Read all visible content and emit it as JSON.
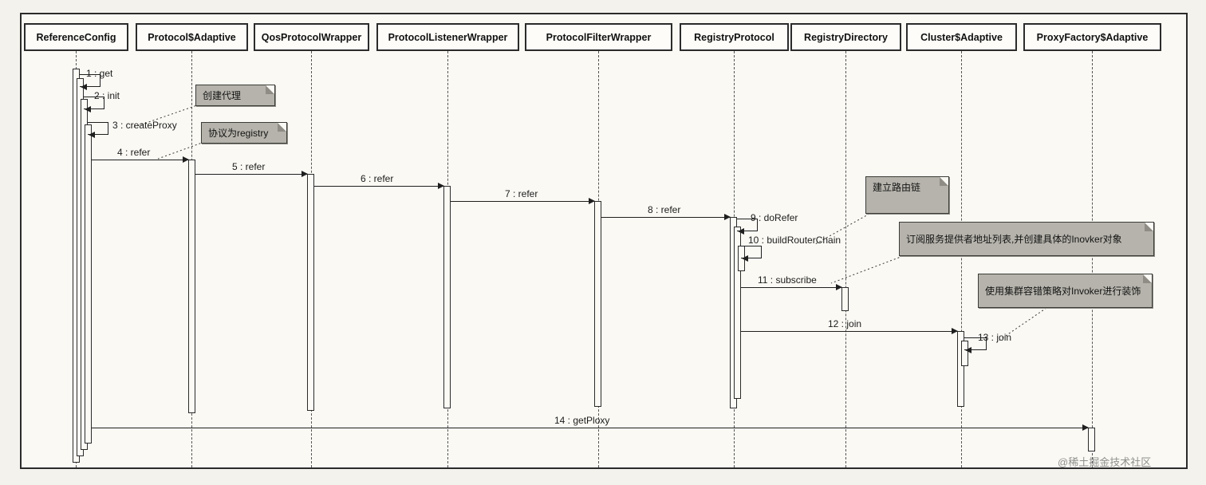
{
  "participants": [
    {
      "label": "ReferenceConfig"
    },
    {
      "label": "Protocol$Adaptive"
    },
    {
      "label": "QosProtocolWrapper"
    },
    {
      "label": "ProtocolListenerWrapper"
    },
    {
      "label": "ProtocolFilterWrapper"
    },
    {
      "label": "RegistryProtocol"
    },
    {
      "label": "RegistryDirectory"
    },
    {
      "label": "Cluster$Adaptive"
    },
    {
      "label": "ProxyFactory$Adaptive"
    }
  ],
  "messages": [
    {
      "label": "1 : get",
      "type": "self",
      "from": "ReferenceConfig",
      "to": "ReferenceConfig"
    },
    {
      "label": "2 : init",
      "type": "self",
      "from": "ReferenceConfig",
      "to": "ReferenceConfig"
    },
    {
      "label": "3 : createProxy",
      "type": "self",
      "from": "ReferenceConfig",
      "to": "ReferenceConfig"
    },
    {
      "label": "4 : refer",
      "type": "call",
      "from": "ReferenceConfig",
      "to": "Protocol$Adaptive"
    },
    {
      "label": "5 : refer",
      "type": "call",
      "from": "Protocol$Adaptive",
      "to": "QosProtocolWrapper"
    },
    {
      "label": "6 : refer",
      "type": "call",
      "from": "QosProtocolWrapper",
      "to": "ProtocolListenerWrapper"
    },
    {
      "label": "7 : refer",
      "type": "call",
      "from": "ProtocolListenerWrapper",
      "to": "ProtocolFilterWrapper"
    },
    {
      "label": "8 : refer",
      "type": "call",
      "from": "ProtocolFilterWrapper",
      "to": "RegistryProtocol"
    },
    {
      "label": "9 : doRefer",
      "type": "self",
      "from": "RegistryProtocol",
      "to": "RegistryProtocol"
    },
    {
      "label": "10 : buildRouterChain",
      "type": "self",
      "from": "RegistryProtocol",
      "to": "RegistryProtocol"
    },
    {
      "label": "11 : subscribe",
      "type": "call",
      "from": "RegistryProtocol",
      "to": "RegistryDirectory"
    },
    {
      "label": "12 : join",
      "type": "call",
      "from": "RegistryProtocol",
      "to": "Cluster$Adaptive"
    },
    {
      "label": "13 : join",
      "type": "self",
      "from": "Cluster$Adaptive",
      "to": "Cluster$Adaptive"
    },
    {
      "label": "14 : getPloxy",
      "type": "call",
      "from": "ReferenceConfig",
      "to": "ProxyFactory$Adaptive"
    }
  ],
  "notes": [
    {
      "text": "创建代理"
    },
    {
      "text": "协议为registry"
    },
    {
      "text": "建立路由链"
    },
    {
      "text": "订阅服务提供者地址列表,并创建具体的Inovker对象"
    },
    {
      "text": "使用集群容错策略对Invoker进行装饰"
    }
  ],
  "watermark": "@稀土掘金技术社区",
  "colors": {
    "note_fill": "#b5b3ab",
    "line": "#1f1f1f",
    "paper": "#faf9f4"
  }
}
